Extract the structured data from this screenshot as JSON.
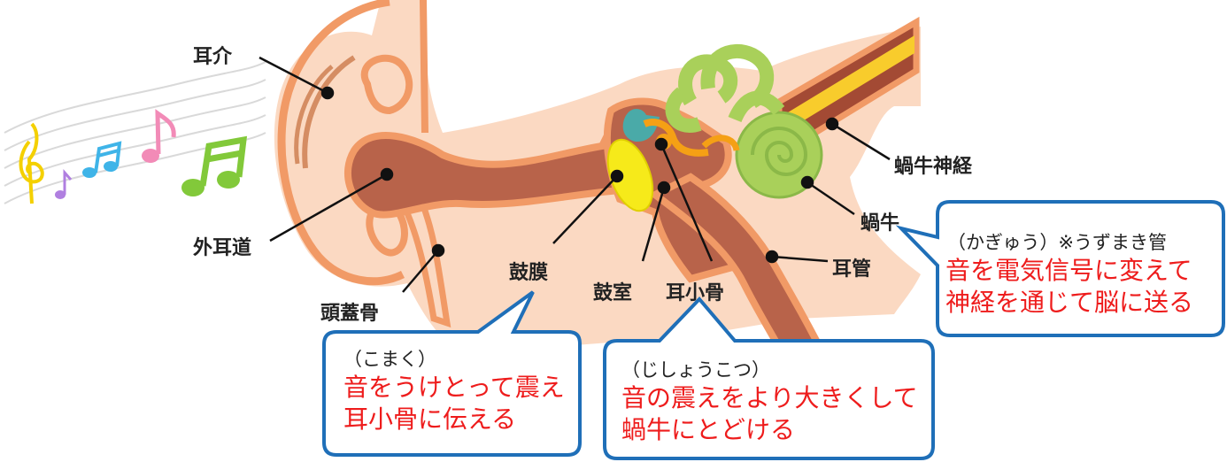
{
  "labels": {
    "auricle": "耳介",
    "ear_canal": "外耳道",
    "skull": "頭蓋骨",
    "eardrum": "鼓膜",
    "tympanic_cavity": "鼓室",
    "ossicles": "耳小骨",
    "eustachian_tube": "耳管",
    "cochlea": "蝸牛",
    "cochlear_nerve": "蝸牛神経"
  },
  "callouts": {
    "eardrum": {
      "reading": "（こまく）",
      "line1": "音をうけとって震え",
      "line2": "耳小骨に伝える"
    },
    "ossicles": {
      "reading": "（じしょうこつ）",
      "line1": "音の震えをより大きくして",
      "line2": "蝸牛にとどける"
    },
    "cochlea": {
      "reading": "（かぎゅう）※うずまき管",
      "line1": "音を電気信号に変えて",
      "line2": "神経を通じて脳に送る"
    }
  },
  "colors": {
    "skin": "#fbd9c2",
    "skin_outline": "#f19a66",
    "canal": "#b8634a",
    "eardrum": "#f6ea1a",
    "ossicle_teal": "#4aaaa8",
    "ossicle_orange": "#f5a015",
    "cochlea": "#a9d05a",
    "nerve_yellow": "#f8cc2c",
    "callout_border": "#1f6fb8",
    "callout_text": "#ee1c1c"
  },
  "icons": [
    "treble-clef-icon",
    "eighth-note-icon",
    "beamed-notes-icon"
  ]
}
